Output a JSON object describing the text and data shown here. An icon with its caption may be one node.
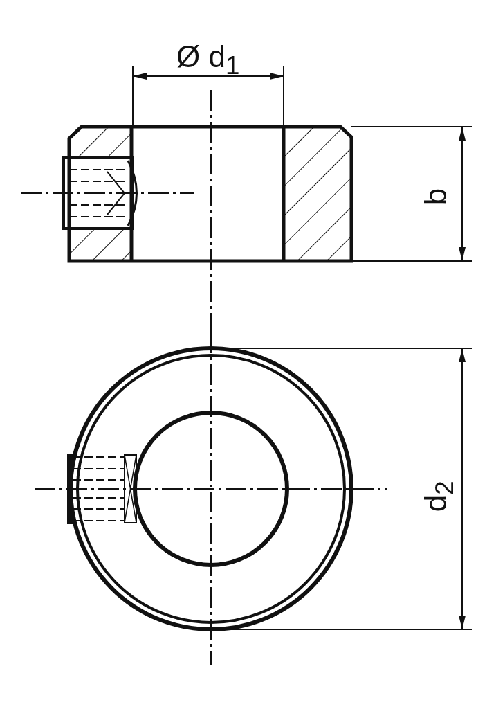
{
  "diagram": {
    "labels": [
      "Ø d$_{1}$",
      "b",
      "d$_{2}$"
    ]
  }
}
